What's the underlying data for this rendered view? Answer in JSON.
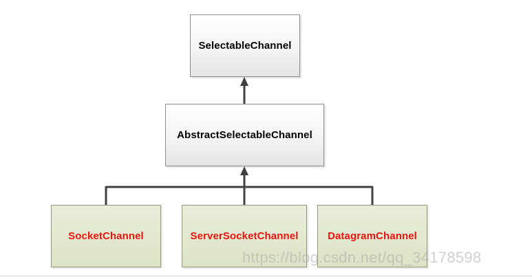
{
  "diagram": {
    "nodes": {
      "selectable": {
        "label": "SelectableChannel"
      },
      "abstract": {
        "label": "AbstractSelectableChannel"
      },
      "socket": {
        "label": "SocketChannel"
      },
      "server": {
        "label": "ServerSocketChannel"
      },
      "datagram": {
        "label": "DatagramChannel"
      }
    },
    "edges": [
      {
        "from": "abstract",
        "to": "selectable"
      },
      {
        "from": "socket",
        "to": "abstract"
      },
      {
        "from": "server",
        "to": "abstract"
      },
      {
        "from": "datagram",
        "to": "abstract"
      }
    ],
    "colors": {
      "gray_box_fill": "#f2f2f2",
      "green_box_fill": "#dfe5c9",
      "subclass_text": "#e8150f",
      "connector": "#404040"
    }
  },
  "watermark": "https://blog.csdn.net/qq_34178598"
}
